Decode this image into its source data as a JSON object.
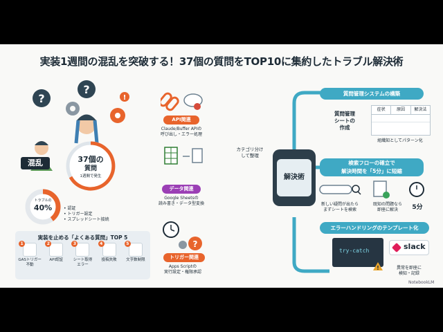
{
  "title": "実装1週間の混乱を突破する！37個の質問をTOP10に集約したトラブル解決術",
  "left": {
    "chaos_label": "混乱",
    "count_number": "37個の",
    "count_unit": "質問",
    "count_sub": "1週間で発生",
    "trouble_label": "トラブルの",
    "trouble_pct": "40%",
    "trouble_fraction": 0.4,
    "bullets": [
      "• 認証",
      "• トリガー設定",
      "• スプレッドシート接続"
    ],
    "top5_header": "実装を止める「よくある質問」TOP 5",
    "top5": [
      {
        "num": "1",
        "label": "GASトリガー\n不動"
      },
      {
        "num": "2",
        "label": "API認証"
      },
      {
        "num": "3",
        "label": "シート取得\nエラー"
      },
      {
        "num": "4",
        "label": "投稿失敗"
      },
      {
        "num": "5",
        "label": "文字数制限"
      }
    ]
  },
  "middle": {
    "cat1_tag": "API関連",
    "cat1_desc": "Claude/Buffer APIの\n呼び出し・エラー処理",
    "cat2_tag": "データ関連",
    "cat2_desc": "Google Sheetsの\n読み書き・データ型変換",
    "cat3_tag": "トリガー関連",
    "cat3_desc": "Apps Scriptの\n実行設定・権限承認"
  },
  "right": {
    "category_note": "カテゴリ分け\nして整理",
    "hub_label": "解決術",
    "banner1": "質問管理システムの構築",
    "sheet_label": "質問管理\nシートの\n作成",
    "table_headers": [
      "症状",
      "原因",
      "解決法"
    ],
    "table_caption": "組織知としてパターン化",
    "banner2_line1": "検索フローの確立で",
    "banner2_line2": "解決時間を「5分」に短縮",
    "flow1": "新しい疑問が出たら\nまずシートを検索",
    "flow2": "既知の問題なら\n即座に解決",
    "flow3": "5分",
    "banner3": "エラーハンドリングのテンプレート化",
    "code_text": "try-catch",
    "slack_text": "slack",
    "alert_caption": "異常を即座に\n検知・記録"
  },
  "footer": "NotebookLM",
  "colors": {
    "accent": "#3fa9c4",
    "orange": "#e8642c",
    "navy": "#1d2b36"
  }
}
